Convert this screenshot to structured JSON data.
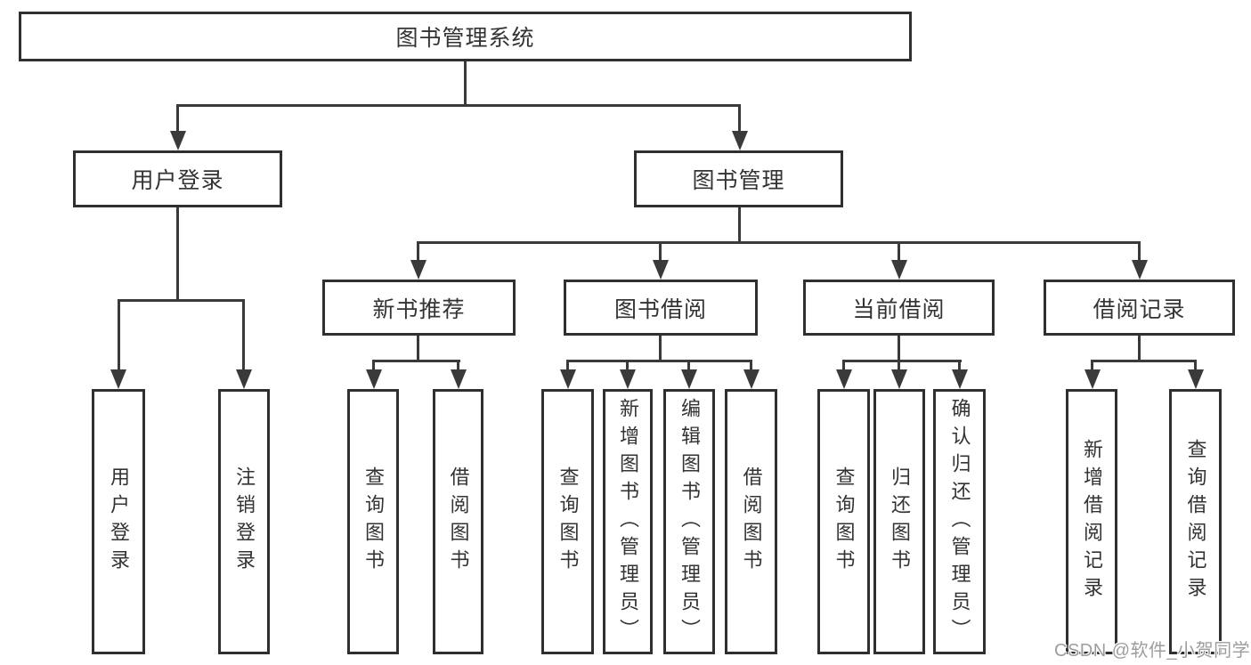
{
  "tree": {
    "label": "图书管理系统",
    "children": [
      {
        "label": "用户登录",
        "children": [
          {
            "label": "用户登录"
          },
          {
            "label": "注销登录"
          }
        ]
      },
      {
        "label": "图书管理",
        "children": [
          {
            "label": "新书推荐",
            "children": [
              {
                "label": "查询图书"
              },
              {
                "label": "借阅图书"
              }
            ]
          },
          {
            "label": "图书借阅",
            "children": [
              {
                "label": "查询图书"
              },
              {
                "label": "新增图书（管理员）"
              },
              {
                "label": "编辑图书（管理员）"
              },
              {
                "label": "借阅图书"
              }
            ]
          },
          {
            "label": "当前借阅",
            "children": [
              {
                "label": "查询图书"
              },
              {
                "label": "归还图书"
              },
              {
                "label": "确认归还（管理员）"
              }
            ]
          },
          {
            "label": "借阅记录",
            "children": [
              {
                "label": "新增借阅记录"
              },
              {
                "label": "查询借阅记录"
              }
            ]
          }
        ]
      }
    ]
  },
  "watermark": {
    "text": "CSDN @软件_小贺同学"
  },
  "colors": {
    "box_border": "#2f2f2f",
    "connector_line": "#3a3a3a",
    "text": "#333333",
    "background": "#ffffff",
    "watermark_text": "#9d9d9d"
  }
}
